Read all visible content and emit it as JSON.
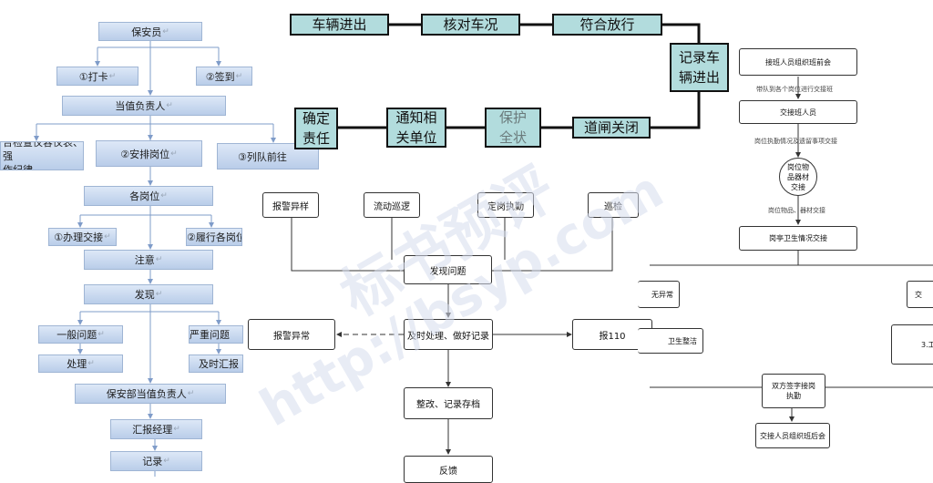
{
  "left_chart": {
    "nodes": {
      "security_guard": "保安员",
      "clock_in": "①打卡",
      "sign_in": "②签到",
      "duty_supervisor": "当值负责人",
      "inspect_appearance": "合检查仪容仪表、强\n作纪律",
      "assign_posts": "②安排岗位",
      "line_up": "③列队前往",
      "each_post": "各岗位",
      "handover": "①办理交接",
      "perform_duties": "②履行各岗位",
      "attention": "注意",
      "discovery": "发现",
      "general_issue": "一般问题",
      "serious_issue": "严重问题",
      "handle": "处理",
      "report_timely": "及时汇报",
      "security_duty_supervisor": "保安部当值负责人",
      "report_manager": "汇报经理",
      "record": "记录"
    },
    "mark": "↵"
  },
  "top_chart": {
    "nodes": {
      "vehicle_in_out": "车辆进出",
      "verify_vehicle": "核对车况",
      "release": "符合放行",
      "record_vehicle": "记录车\n辆进出",
      "confirm_responsibility": "确定\n责任",
      "notify_units": "通知相\n关单位",
      "protect_scene": "保护\n全状",
      "gate_closed": "道闸关闭"
    }
  },
  "middle_chart": {
    "nodes": {
      "alarm_anomaly": "报警异样",
      "mobile_patrol": "流动巡逻",
      "fixed_post": "定岗执勤",
      "inspection": "巡检",
      "discover_issue": "发现问题",
      "alarm_anomaly2": "报警异常",
      "handle_record": "及时处理、做好记录",
      "call_110": "报110",
      "rectify_archive": "整改、记录存档",
      "feedback": "反馈"
    }
  },
  "right_chart": {
    "nodes": {
      "pre_shift_meeting": "接班人员组织班前会",
      "handover_staff": "交接班人员",
      "post_items": "岗位物\n品器材\n交接",
      "hygiene_handover": "岗亭卫生情况交接",
      "anomaly": "无异常",
      "right_cut": "交",
      "hygiene_clean": "卫生整洁",
      "item_3": "3.工",
      "double_sign": "双方签字接岗\n执勤",
      "post_shift_meeting": "交接人员组织班后会"
    },
    "labels": {
      "lead_team": "带队到各个岗位进行交接班",
      "duty_situation": "岗位执勤情况及遗留事项交接",
      "post_items_handover": "岗位物品、器材交接"
    }
  },
  "watermark": {
    "line1": "标书预评",
    "line2": "http://bsyp.com"
  }
}
